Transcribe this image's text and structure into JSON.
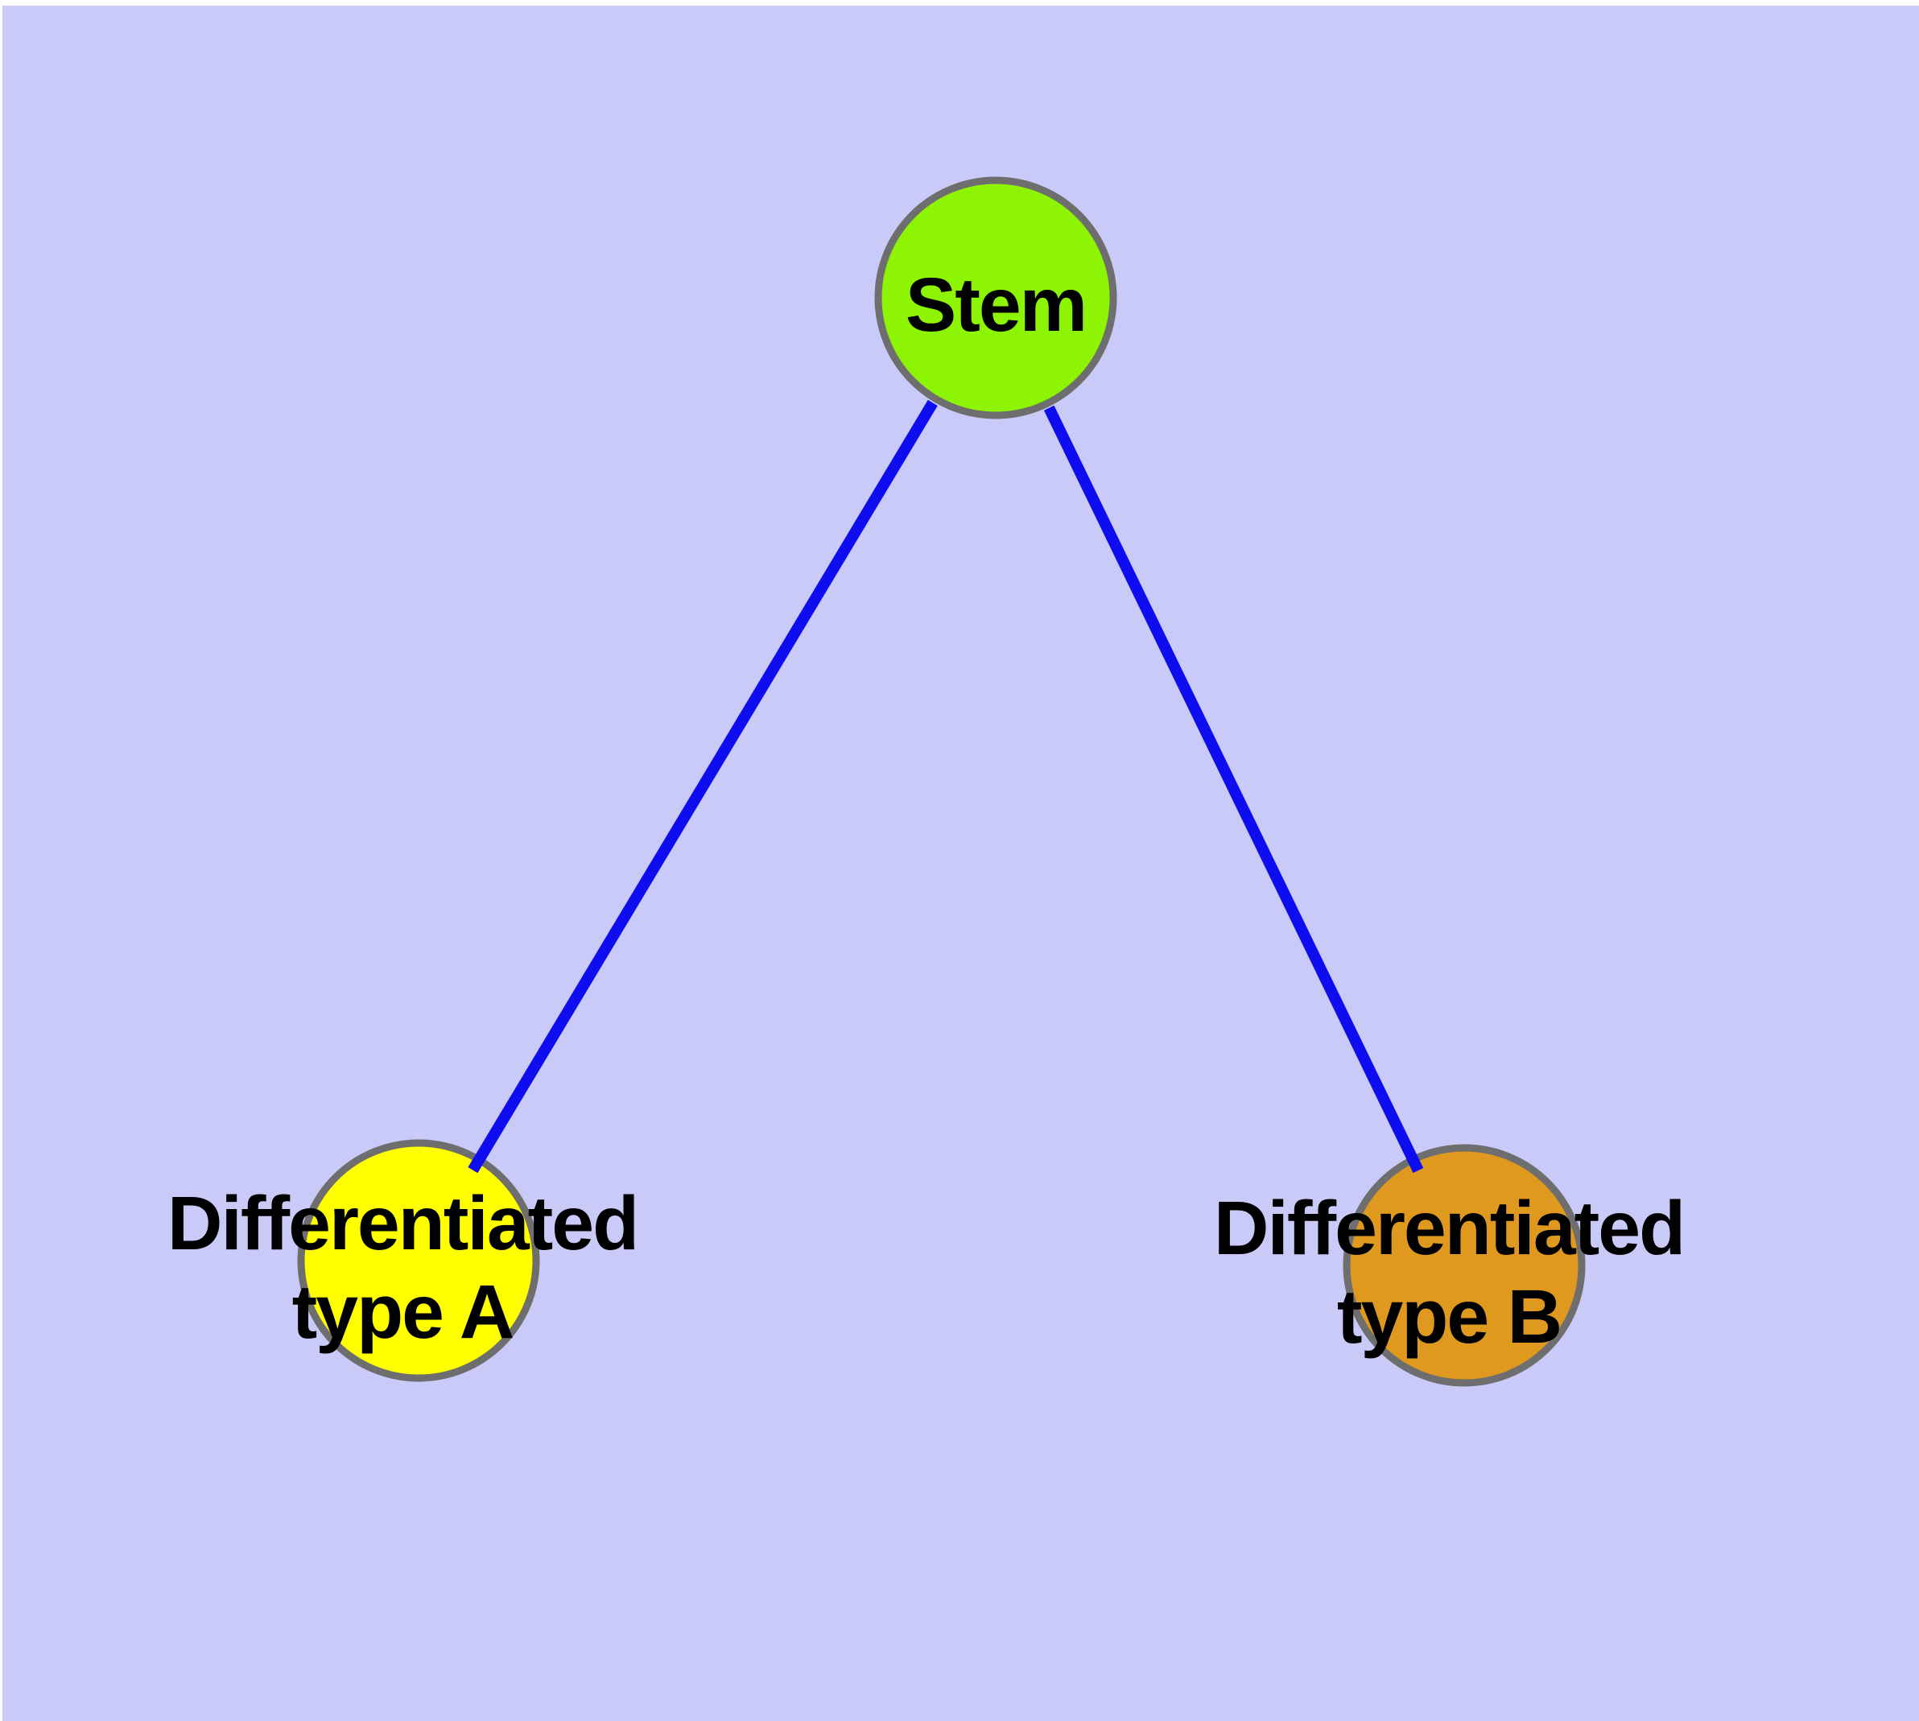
{
  "canvas": {
    "frame_color": "#ffffff",
    "background_color": "#cacaf9"
  },
  "graph": {
    "edge_color": "#0d0def",
    "node_border_color": "#6e6e6e",
    "label_color": "#000000",
    "nodes": [
      {
        "id": "stem",
        "label": "Stem",
        "line1": "Stem",
        "line2": "",
        "fill": "#8df503"
      },
      {
        "id": "type-a",
        "label": "Differentiated type A",
        "line1": "Differentiated",
        "line2": "type A",
        "fill": "#ffff00"
      },
      {
        "id": "type-b",
        "label": "Differentiated type B",
        "line1": "Differentiated",
        "line2": "type B",
        "fill": "#e0991f"
      }
    ],
    "edges": [
      {
        "from": "Stem",
        "to": "Differentiated type A"
      },
      {
        "from": "Stem",
        "to": "Differentiated type B"
      }
    ]
  }
}
